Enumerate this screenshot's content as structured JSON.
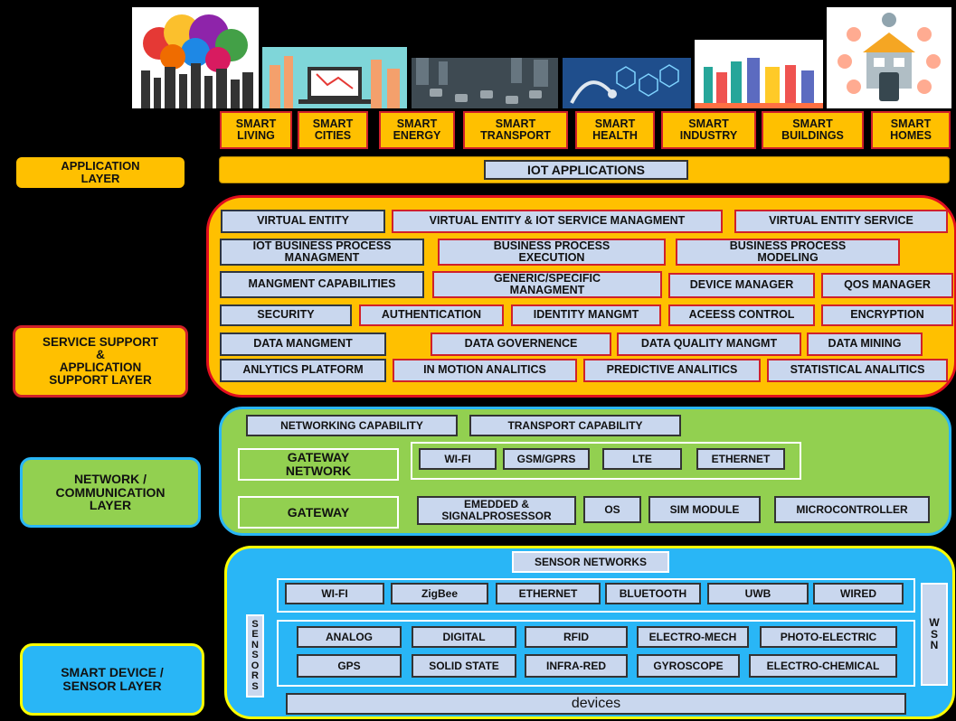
{
  "images": [
    {
      "name": "smart-living-image"
    },
    {
      "name": "smart-cities-image"
    },
    {
      "name": "smart-energy-image"
    },
    {
      "name": "smart-transport-image"
    },
    {
      "name": "smart-health-image"
    },
    {
      "name": "smart-industry-image"
    },
    {
      "name": "smart-homes-image"
    }
  ],
  "applications": [
    "SMART\nLIVING",
    "SMART\nCITIES",
    "SMART\nENERGY",
    "SMART\nTRANSPORT",
    "SMART\nHEALTH",
    "SMART\nINDUSTRY",
    "SMART\nBUILDINGS",
    "SMART\nHOMES"
  ],
  "layers": {
    "application": "APPLICATION\nLAYER",
    "service": "SERVICE SUPPORT\n&\nAPPLICATION\nSUPPORT  LAYER",
    "network": "NETWORK /\nCOMMUNICATION\nLAYER",
    "device": "SMART  DEVICE /\nSENSOR LAYER"
  },
  "iot_applications": "IOT APPLICATIONS",
  "service": {
    "row1": [
      "VIRTUAL ENTITY",
      "VIRTUAL ENTITY & IOT SERVICE MANAGMENT",
      "VIRTUAL ENTITY SERVICE"
    ],
    "row2": [
      "IOT BUSINESS PROCESS\nMANAGMENT",
      "BUSINESS   PROCESS\nEXECUTION",
      "BUSINESS   PROCESS\nMODELING"
    ],
    "row3": [
      "MANGMENT CAPABILITIES",
      "GENERIC/SPECIFIC\nMANAGMENT",
      "DEVICE MANAGER",
      "QOS MANAGER"
    ],
    "row4": [
      "SECURITY",
      "AUTHENTICATION",
      "IDENTITY MANGMT",
      "ACEESS CONTROL",
      "ENCRYPTION"
    ],
    "row5": [
      "DATA MANGMENT",
      "DATA GOVERNENCE",
      "DATA QUALITY MANGMT",
      "DATA MINING"
    ],
    "row6": [
      "ANLYTICS PLATFORM",
      "IN MOTION ANALITICS",
      "PREDICTIVE  ANALITICS",
      "STATISTICAL ANALITICS"
    ]
  },
  "network": {
    "capabilities": [
      "NETWORKING CAPABILITY",
      "TRANSPORT CAPABILITY"
    ],
    "gateway_network": "GATEWAY\nNETWORK",
    "gateway_network_items": [
      "WI-FI",
      "GSM/GPRS",
      "LTE",
      "ETHERNET"
    ],
    "gateway": "GATEWAY",
    "gateway_items": [
      "EMEDDED  &\nSIGNALPROSESSOR",
      "OS",
      "SIM MODULE",
      "MICROCONTROLLER"
    ]
  },
  "device": {
    "sensor_networks": "SENSOR NETWORKS",
    "network_items": [
      "WI-FI",
      "ZigBee",
      "ETHERNET",
      "BLUETOOTH",
      "UWB",
      "WIRED"
    ],
    "sensors_label": "S\nE\nN\nS\nO\nR\nS",
    "wsn_label": "W\nS\nN",
    "sensor_row1": [
      "ANALOG",
      "DIGITAL",
      "RFID",
      "ELECTRO-MECH",
      "PHOTO-ELECTRIC"
    ],
    "sensor_row2": [
      "GPS",
      "SOLID STATE",
      "INFRA-RED",
      "GYROSCOPE",
      "ELECTRO-CHEMICAL"
    ],
    "devices": "devices"
  },
  "colors": {
    "orange": "#ffc000",
    "green": "#92d050",
    "blue": "#29b6f6",
    "red": "#d0202a",
    "light_blue": "#c9d7ee"
  }
}
